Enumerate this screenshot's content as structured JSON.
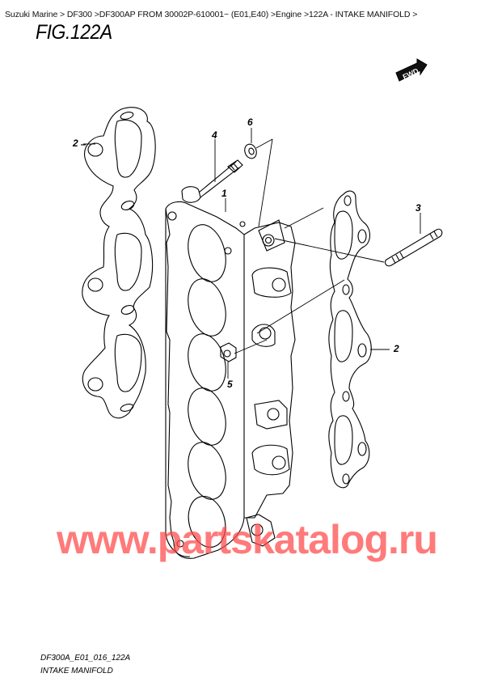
{
  "breadcrumb": {
    "text": "Suzuki Marine > DF300 >DF300AP FROM 30002P-610001~ (E01,E40) >Engine >122A - INTAKE MANIFOLD >",
    "items": [
      "Suzuki Marine",
      "DF300",
      "DF300AP FROM 30002P-610001~ (E01,E40)",
      "Engine",
      "122A - INTAKE MANIFOLD"
    ]
  },
  "figure": {
    "title": "FIG.122A",
    "direction_badge": "FWD",
    "callouts": [
      {
        "id": "1",
        "label": "1",
        "part": "intake-manifold"
      },
      {
        "id": "2a",
        "label": "2",
        "part": "gasket-left"
      },
      {
        "id": "2b",
        "label": "2",
        "part": "gasket-right"
      },
      {
        "id": "3",
        "label": "3",
        "part": "stud"
      },
      {
        "id": "4",
        "label": "4",
        "part": "bolt"
      },
      {
        "id": "5",
        "label": "5",
        "part": "nut"
      },
      {
        "id": "6",
        "label": "6",
        "part": "washer"
      }
    ]
  },
  "watermark": "www.partskatalog.ru",
  "footer": {
    "code": "DF300A_E01_016_122A",
    "name": "INTAKE MANIFOLD"
  },
  "colors": {
    "line": "#000000",
    "watermark": "#ff4646",
    "background": "#ffffff"
  }
}
